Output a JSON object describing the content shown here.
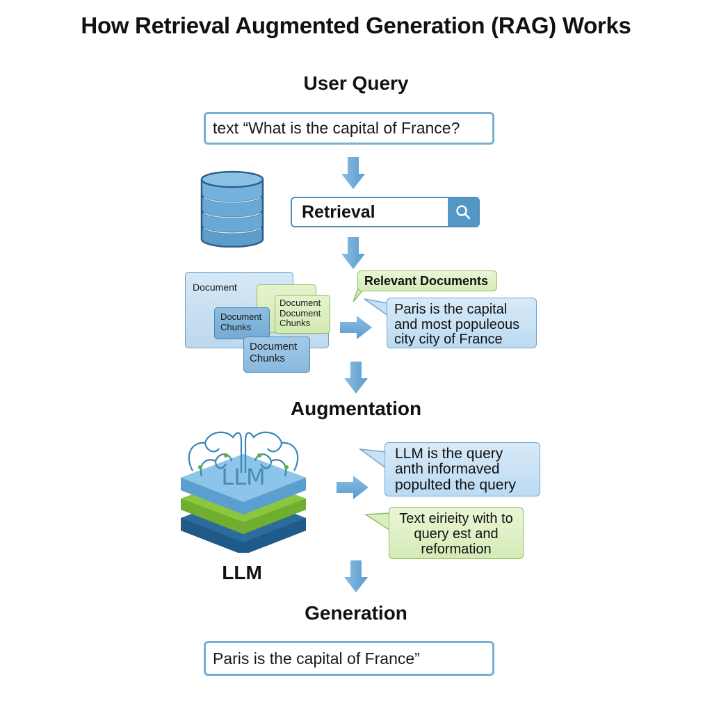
{
  "title": "How Retrieval Augmented Generation (RAG) Works",
  "stages": {
    "user_query": {
      "label": "User Query",
      "query_text": "text “What is the capital of France?"
    },
    "retrieval": {
      "search_label": "Retrieval",
      "search_icon": "magnifier-icon",
      "database_icon": "database-icon",
      "documents": {
        "main_label": "Document",
        "chunk_1": "Document Chunks",
        "chunk_2": "Document Document Chunks",
        "chunk_3": "Document Chunks"
      },
      "relevant_label": "Relevant Documents",
      "relevant_text": "Paris is the capital and most populeous city city of France"
    },
    "augmentation": {
      "label": "Augmentation",
      "llm_icon_text": "LLM",
      "llm_caption": "LLM",
      "callout_1": "LLM is the query anth informaved populted the query",
      "callout_2": "Text eirieity with to query est and reformation"
    },
    "generation": {
      "label": "Generation",
      "answer_text": "Paris is the capital of France”"
    }
  },
  "colors": {
    "arrow": "#6fa8d6",
    "box_border": "#7aaed3",
    "callout_blue": "#c9e1f4",
    "callout_green": "#dcefc2",
    "llm_top": "#6aaedc",
    "llm_mid": "#8cc63f",
    "llm_bottom": "#2f6f9f"
  }
}
